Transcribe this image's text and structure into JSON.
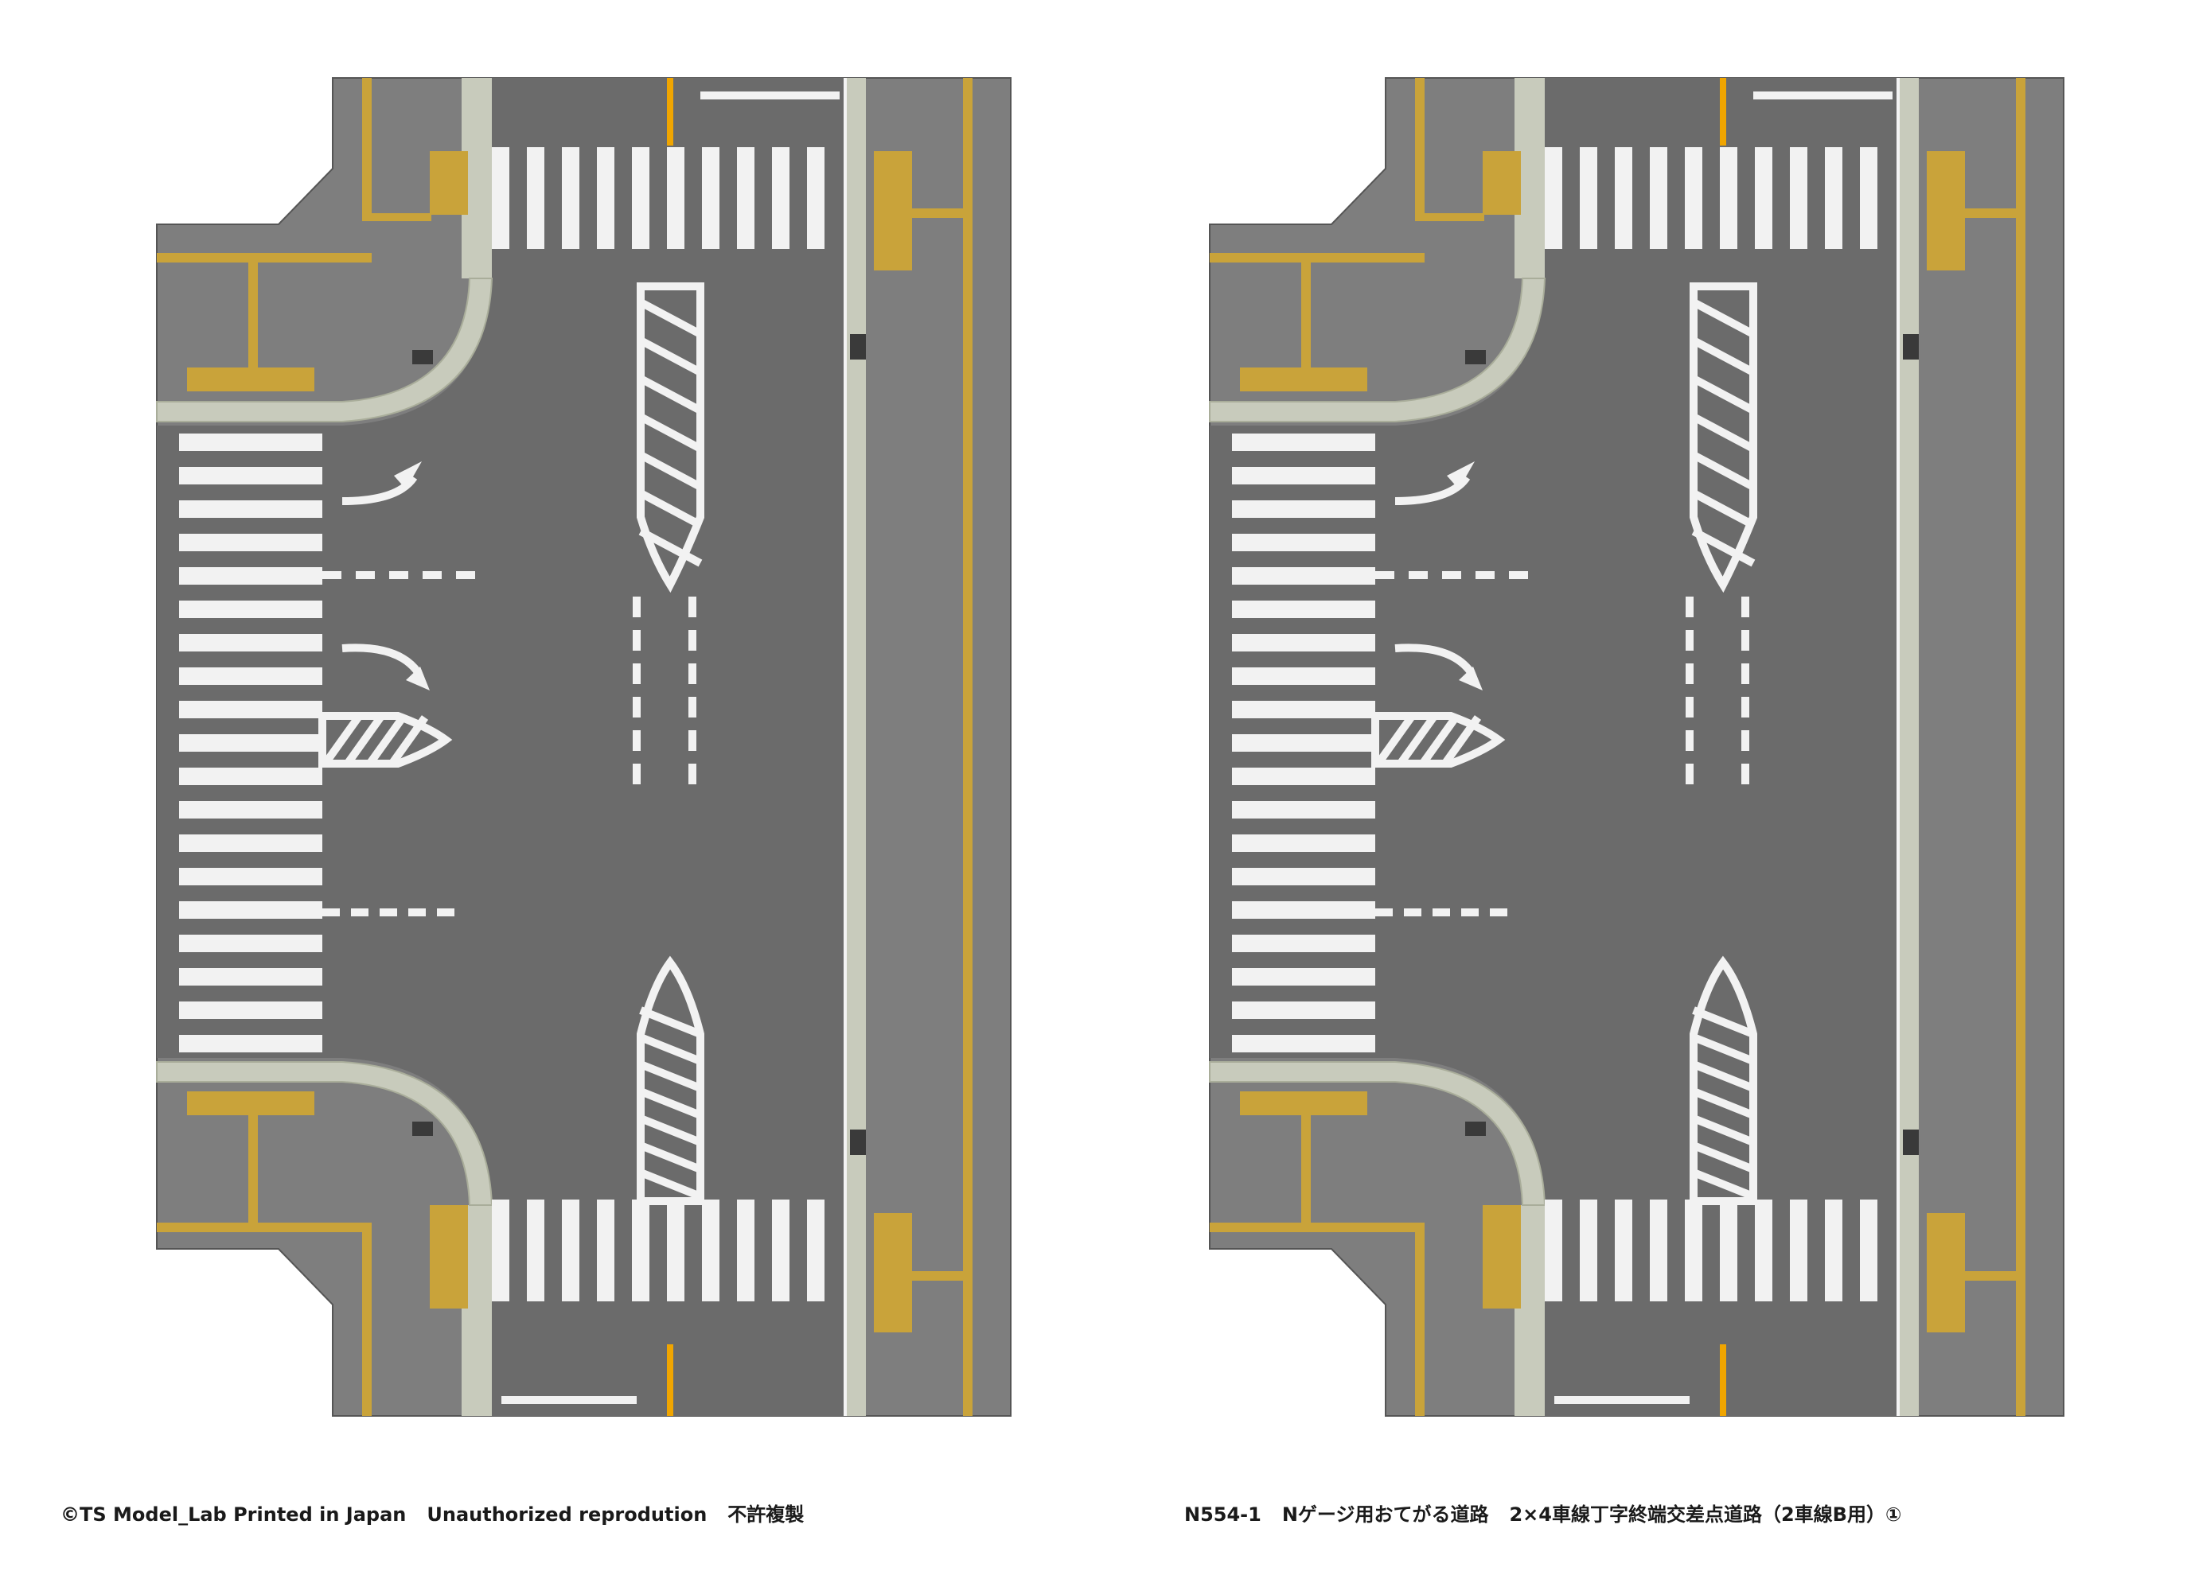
{
  "footer": {
    "copyright": "©TS Model_Lab Printed in Japan",
    "unauthorized": "Unauthorized reprodution",
    "no_copy": "不許複製",
    "product_code": "N554-1",
    "product_title": "Nゲージ用おてがる道路",
    "product_subtitle": "2×4車線丁字終端交差点道路（2車線B用）①"
  },
  "sheet": {
    "panel_count": 2,
    "colors": {
      "asphalt": "#6b6b6b",
      "sidewalk": "#7e7e7e",
      "curb": "#c8cbbc",
      "curb_edge": "#a9ad9a",
      "marking": "#f2f2f2",
      "tactile": "#c9a33a",
      "bollard": "#f0a500",
      "drain": "#3a3a3a"
    }
  }
}
